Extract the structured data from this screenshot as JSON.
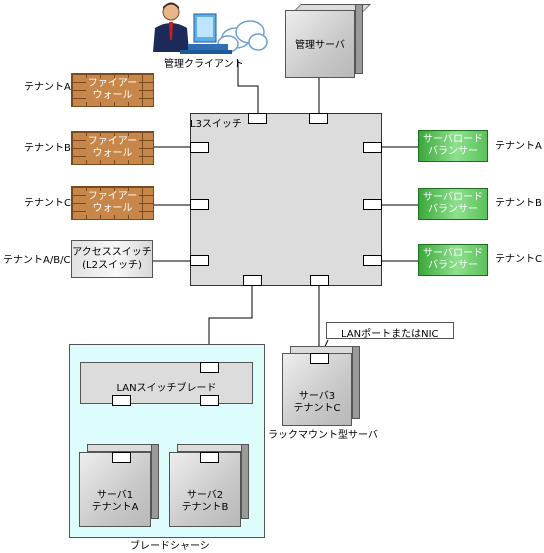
{
  "client_label": "管理クライアント",
  "mgmt_server_label": "管理サーバ",
  "l3_switch_label": "L3スイッチ",
  "tenants_left": [
    {
      "tenant": "テナントA",
      "device": "ファイアー\nウォール"
    },
    {
      "tenant": "テナントB",
      "device": "ファイアー\nウォール"
    },
    {
      "tenant": "テナントC",
      "device": "ファイアー\nウォール"
    }
  ],
  "access_switch": {
    "tenant": "テナントA/B/C",
    "line1": "アクセススイッチ",
    "line2": "(L2スイッチ)"
  },
  "tenants_right": [
    {
      "tenant": "テナントA",
      "device": "サーバロード\nバランサー"
    },
    {
      "tenant": "テナントB",
      "device": "サーバロード\nバランサー"
    },
    {
      "tenant": "テナントC",
      "device": "サーバロード\nバランサー"
    }
  ],
  "lan_port_label": "LANポートまたはNIC",
  "rack_server": {
    "line1": "サーバ3",
    "line2": "テナントC",
    "caption": "ラックマウント型サーバ"
  },
  "lan_switch_blade_label": "LANスイッチブレード",
  "blade_servers": [
    {
      "line1": "サーバ1",
      "line2": "テナントA"
    },
    {
      "line1": "サーバ2",
      "line2": "テナントB"
    }
  ],
  "blade_chassis_label": "ブレードシャーシ",
  "colors": {
    "firewall": "#c8874a",
    "load_balancer": "#3aa83a",
    "chassis": "#ddfcfc",
    "switch": "#dcdcdc"
  }
}
